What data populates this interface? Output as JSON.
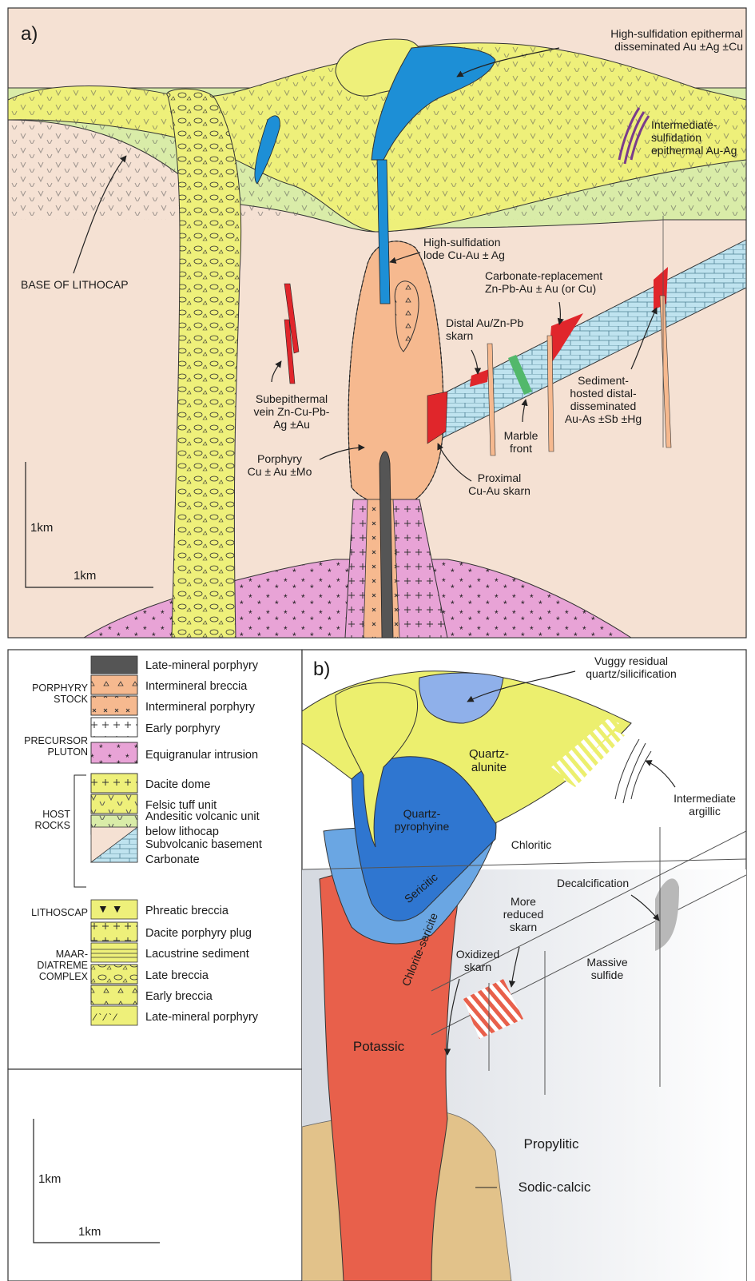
{
  "panel_a": {
    "label": "a)",
    "labels": {
      "hs_dissem": [
        "High-sulfidation epithermal",
        "disseminated Au ±Ag ±Cu"
      ],
      "is_epi": [
        "Intermediate-",
        "sulfidation",
        "epithermal Au-Ag"
      ],
      "base_lithocap": "BASE OF LITHOCAP",
      "hs_lode": [
        "High-sulfidation",
        "lode Cu-Au ± Ag"
      ],
      "carb_repl": [
        "Carbonate-replacement",
        "Zn-Pb-Au ± Au (or Cu)"
      ],
      "distal_skarn": [
        "Distal Au/Zn-Pb",
        "skarn"
      ],
      "subepithermal": [
        "Subepithermal",
        "vein Zn-Cu-Pb-",
        "Ag ±Au"
      ],
      "sediment_hosted": [
        "Sediment-",
        "hosted distal-",
        "disseminated",
        "Au-As ±Sb ±Hg"
      ],
      "marble_front": [
        "Marble",
        "front"
      ],
      "porphyry": [
        "Porphyry",
        "Cu ± Au ±Mo"
      ],
      "proximal_skarn": [
        "Proximal",
        "Cu-Au skarn"
      ]
    },
    "scale": {
      "vertical": "1km",
      "horizontal": "1km"
    }
  },
  "legend": {
    "groups": [
      {
        "name": "PORPHYRY\nSTOCK",
        "items": [
          "Late-mineral porphyry",
          "Intermineral breccia",
          "Intermineral porphyry",
          "Early porphyry"
        ]
      },
      {
        "name": "PRECURSOR\nPLUTON",
        "items": [
          "Equigranular intrusion"
        ]
      },
      {
        "name": "HOST\nROCKS",
        "items": [
          "Dacite dome",
          "Felsic tuff unit",
          "Andesitic volcanic unit\nbelow lithocap",
          "Subvolcanic basement\nCarbonate"
        ]
      },
      {
        "name": "LITHOSCAP",
        "items": [
          "Phreatic breccia"
        ]
      },
      {
        "name": "MAAR-\nDIATREME\nCOMPLEX",
        "items": [
          "Dacite porphyry plug",
          "Lacustrine sediment",
          "Late breccia",
          "Early breccia",
          "Late-mineral porphyry"
        ]
      }
    ],
    "scale": {
      "vertical": "1km",
      "horizontal": "1km"
    }
  },
  "panel_b": {
    "label": "b)",
    "labels": {
      "vuggy": [
        "Vuggy residual",
        "quartz/silicification"
      ],
      "quartz_alunite": [
        "Quartz-",
        "alunite"
      ],
      "intermediate_argillic": [
        "Intermediate",
        "argillic"
      ],
      "quartz_pyrophyllite": [
        "Quartz-",
        "pyrophyine"
      ],
      "chloritic": "Chloritic",
      "sericitic": "Sericitic",
      "decalcification": "Decalcification",
      "more_reduced": [
        "More",
        "reduced",
        "skarn"
      ],
      "chlorite_sericite": "Chlorite-sericite",
      "oxidized": [
        "Oxidized",
        "skarn"
      ],
      "massive_sulfide": [
        "Massive",
        "sulfide"
      ],
      "potassic": "Potassic",
      "propylitic": "Propylitic",
      "sodic_calcic": "Sodic-calcic"
    }
  },
  "colors": {
    "basement": "#f5e1d3",
    "andesite": "#d9eca8",
    "felsic_tuff": "#eef07a",
    "carbonate": "#bfe3ef",
    "porphyry_orange": "#f6b98f",
    "equigranular": "#e8a3d6",
    "hs_blue": "#1d8fd6",
    "ore_red": "#e0262b",
    "marble_green": "#52b86b",
    "vein_purple": "#7a3c8c",
    "late_porphyry": "#555555",
    "potassic": "#e8604b",
    "sericitic": "#6aa6e3",
    "qp_blue": "#2f76d0",
    "vuggy_blue": "#8fb0ea",
    "alteration_yellow": "#ecef6e",
    "sodic": "#e2c28a",
    "propylitic": "#e6e8ec"
  }
}
